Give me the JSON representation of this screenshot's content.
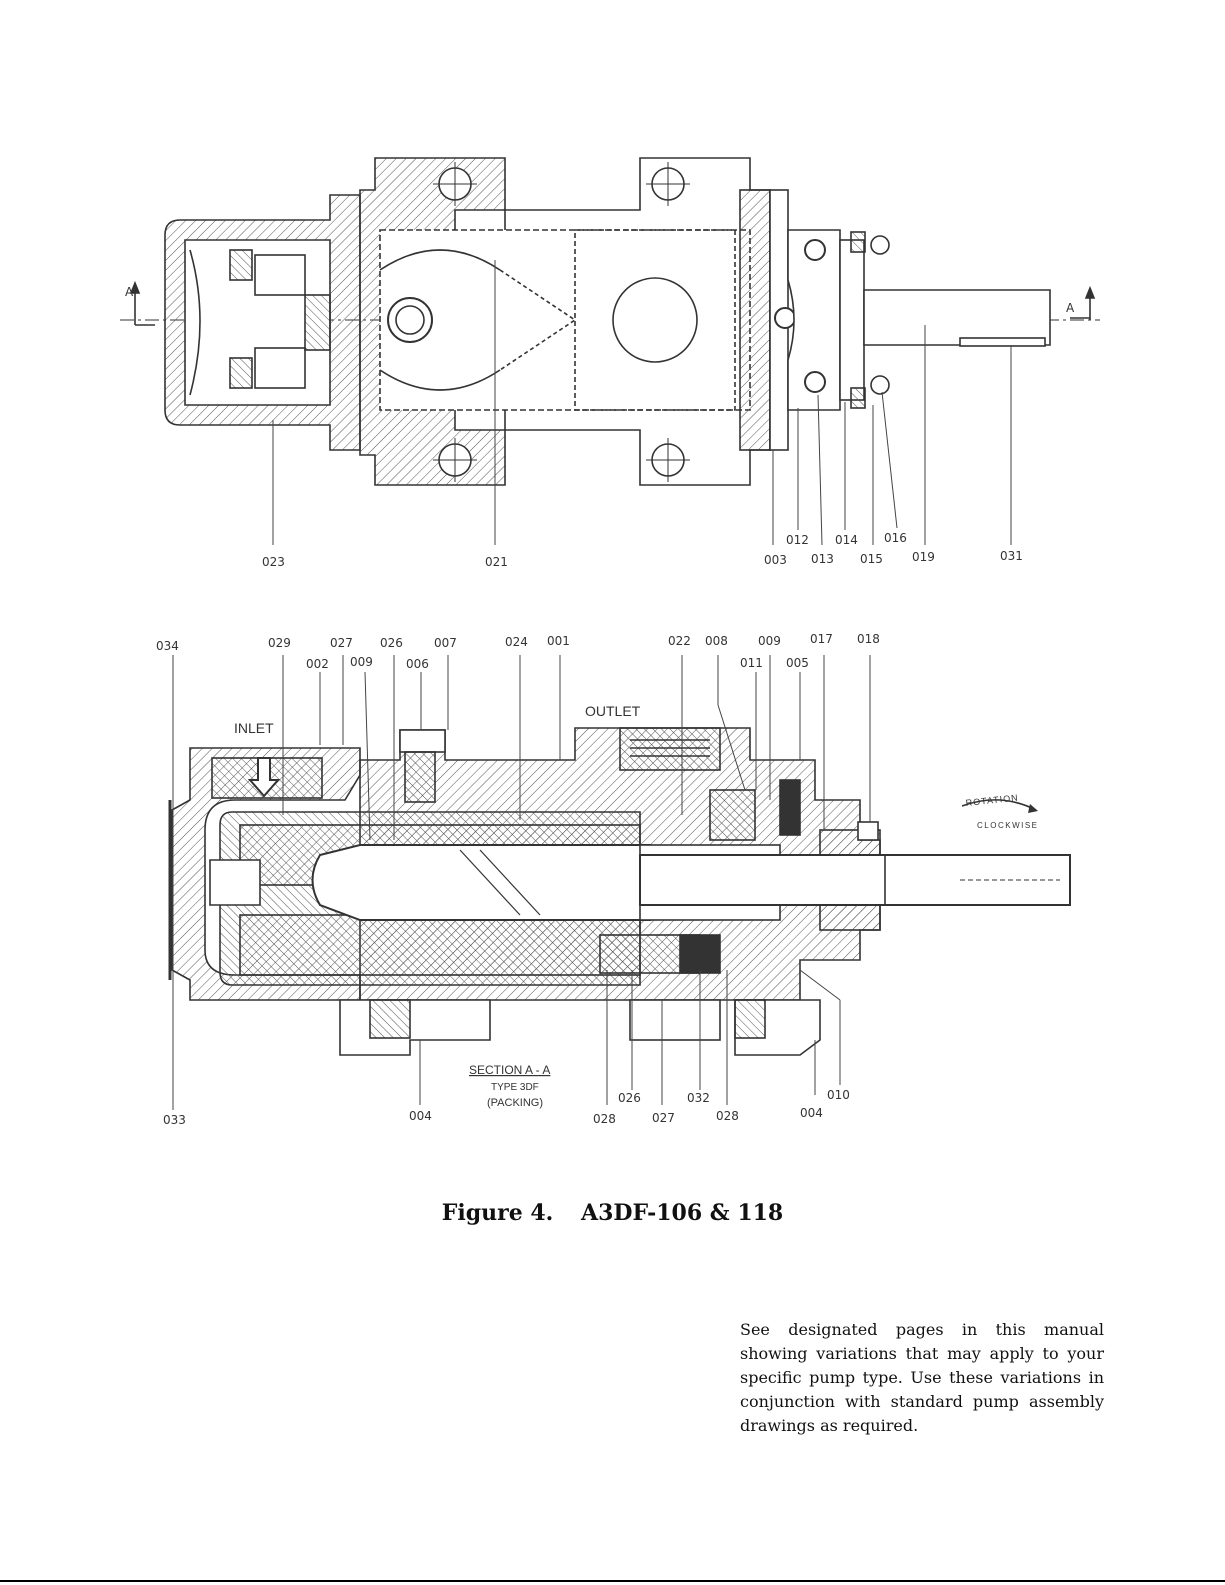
{
  "top_view": {
    "callouts": [
      "023",
      "021",
      "003",
      "012",
      "013",
      "014",
      "015",
      "016",
      "019",
      "031"
    ],
    "section_marks": [
      "A",
      "A"
    ]
  },
  "section_view": {
    "callouts_top": [
      "034",
      "029",
      "002",
      "027",
      "009",
      "026",
      "006",
      "007",
      "024",
      "001",
      "022",
      "008",
      "011",
      "009",
      "005",
      "017",
      "018"
    ],
    "callouts_bottom": [
      "033",
      "004",
      "028",
      "026",
      "027",
      "032",
      "028",
      "004",
      "010"
    ],
    "inlet_label": "INLET",
    "outlet_label": "OUTLET",
    "rotation_label": "ROTATION",
    "rotation_dir": "CLOCKWISE",
    "section_title": "SECTION A - A",
    "section_type": "TYPE 3DF",
    "section_variant": "(PACKING)"
  },
  "caption": {
    "figure": "Figure 4.",
    "model": "A3DF-106 & 118"
  },
  "note": "See designated pages in this manual showing variations that may apply to your specific pump type. Use these variations in conjunction with standard pump assembly drawings as required."
}
